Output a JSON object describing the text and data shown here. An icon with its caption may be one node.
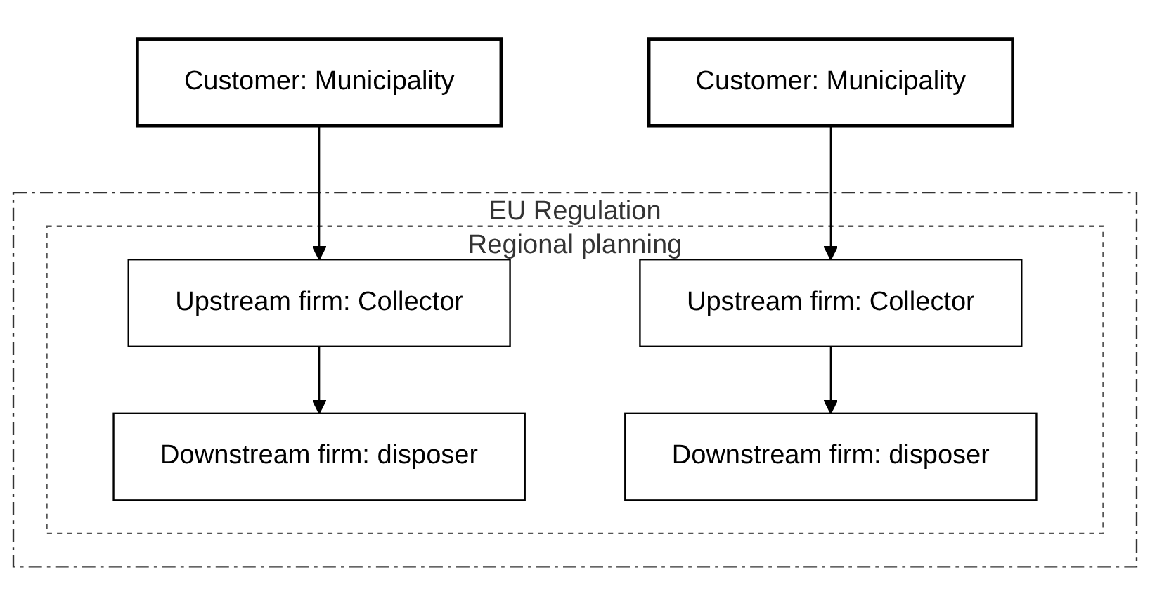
{
  "diagram": {
    "nodes": [
      {
        "text": [
          "EU Regulation"
        ]
      },
      {
        "text": [
          "Regional planning"
        ],
        "in": 0
      },
      {
        "text": [
          "Customer: Municipality"
        ]
      },
      {
        "text": [
          "Customer: Municipality"
        ]
      },
      {
        "text": [
          "Upstream firm: Collector"
        ],
        "in": 1
      },
      {
        "text": [
          "Downstream firm: disposer"
        ],
        "in": 1
      },
      {
        "text": [
          "Upstream firm: Collector"
        ],
        "in": 1
      },
      {
        "text": [
          "Downstream firm: disposer"
        ],
        "in": 1
      }
    ],
    "edges": [
      {
        "from": 2,
        "to": 4,
        "arrow": "to"
      },
      {
        "from": 4,
        "to": 5,
        "arrow": "to"
      },
      {
        "from": 3,
        "to": 6,
        "arrow": "to"
      },
      {
        "from": 6,
        "to": 7,
        "arrow": "to"
      }
    ]
  }
}
